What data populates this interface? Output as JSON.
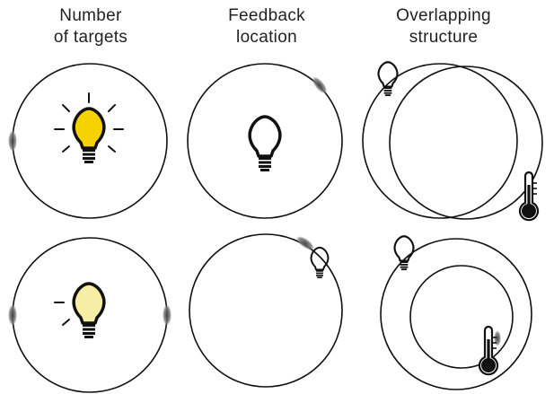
{
  "columns": [
    {
      "title": "Number\nof targets"
    },
    {
      "title": "Feedback\nlocation"
    },
    {
      "title": "Overlapping\nstructure"
    }
  ],
  "panels": [
    {
      "name": "one-target",
      "icon": "lightbulb-lit-icon",
      "markers": 1
    },
    {
      "name": "central-feedback",
      "icon": "lightbulb-outline-icon",
      "markers": 1
    },
    {
      "name": "overlap-large",
      "icons": [
        "lightbulb-outline-icon",
        "thermometer-icon"
      ]
    },
    {
      "name": "two-targets",
      "icon": "lightbulb-dim-icon",
      "markers": 2
    },
    {
      "name": "peripheral-feedback",
      "icon": "lightbulb-outline-icon",
      "markers": 1
    },
    {
      "name": "overlap-nested",
      "icons": [
        "lightbulb-outline-icon",
        "thermometer-icon"
      ]
    }
  ],
  "colors": {
    "bulb_lit": "#f5d200",
    "bulb_dim": "#f7eea5",
    "stroke": "#111111",
    "marker": "#555555"
  }
}
